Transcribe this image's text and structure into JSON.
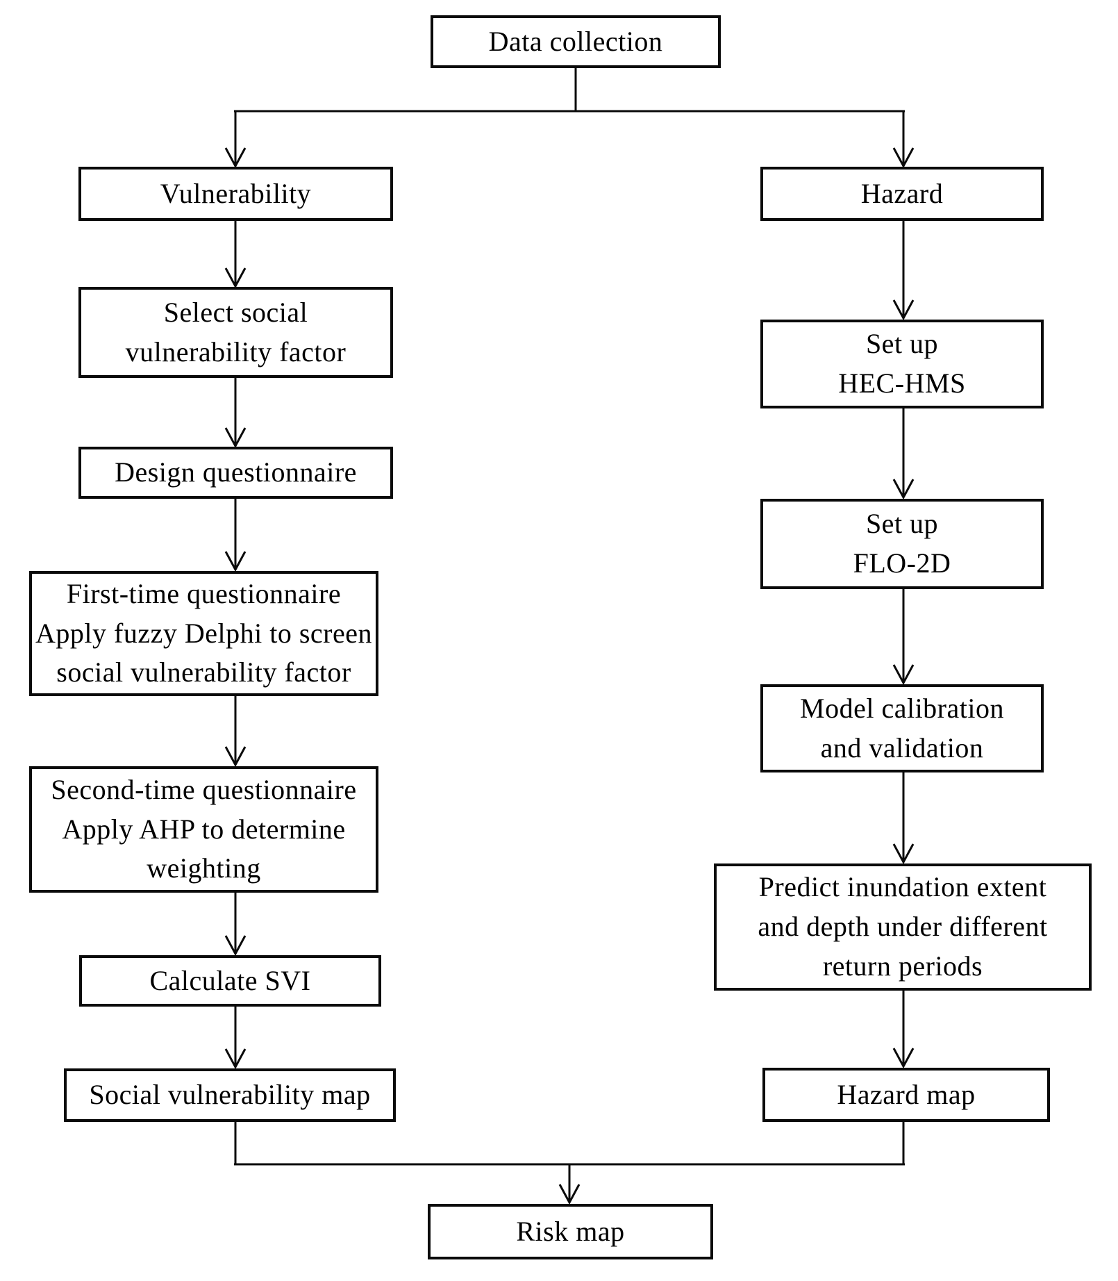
{
  "diagram": {
    "type": "flowchart",
    "background_color": "#ffffff",
    "line_color": "#000000",
    "box_border_color": "#000000",
    "box_fill_color": "#ffffff",
    "text_color": "#000000",
    "nodes": {
      "data_collection": {
        "label": "Data collection"
      },
      "vulnerability": {
        "label": "Vulnerability"
      },
      "select_factor": {
        "label": "Select social\nvulnerability factor"
      },
      "design_questionnaire": {
        "label": "Design questionnaire"
      },
      "first_questionnaire": {
        "label": "First-time questionnaire\nApply fuzzy Delphi to screen\nsocial vulnerability factor"
      },
      "second_questionnaire": {
        "label": "Second-time questionnaire\nApply AHP to determine\nweighting"
      },
      "calculate_svi": {
        "label": "Calculate SVI"
      },
      "social_vulnerability_map": {
        "label": "Social vulnerability map"
      },
      "hazard": {
        "label": "Hazard"
      },
      "setup_hec_hms": {
        "label": "Set up\nHEC-HMS"
      },
      "setup_flo_2d": {
        "label": "Set up\nFLO-2D"
      },
      "model_calibration": {
        "label": "Model calibration\nand validation"
      },
      "predict_inundation": {
        "label": "Predict inundation extent\nand depth under different\nreturn periods"
      },
      "hazard_map": {
        "label": "Hazard map"
      },
      "risk_map": {
        "label": "Risk map"
      }
    },
    "edges": [
      {
        "from": "data_collection",
        "to": "vulnerability"
      },
      {
        "from": "data_collection",
        "to": "hazard"
      },
      {
        "from": "vulnerability",
        "to": "select_factor"
      },
      {
        "from": "select_factor",
        "to": "design_questionnaire"
      },
      {
        "from": "design_questionnaire",
        "to": "first_questionnaire"
      },
      {
        "from": "first_questionnaire",
        "to": "second_questionnaire"
      },
      {
        "from": "second_questionnaire",
        "to": "calculate_svi"
      },
      {
        "from": "calculate_svi",
        "to": "social_vulnerability_map"
      },
      {
        "from": "hazard",
        "to": "setup_hec_hms"
      },
      {
        "from": "setup_hec_hms",
        "to": "setup_flo_2d"
      },
      {
        "from": "setup_flo_2d",
        "to": "model_calibration"
      },
      {
        "from": "model_calibration",
        "to": "predict_inundation"
      },
      {
        "from": "predict_inundation",
        "to": "hazard_map"
      },
      {
        "from": "social_vulnerability_map",
        "to": "risk_map"
      },
      {
        "from": "hazard_map",
        "to": "risk_map"
      }
    ]
  }
}
